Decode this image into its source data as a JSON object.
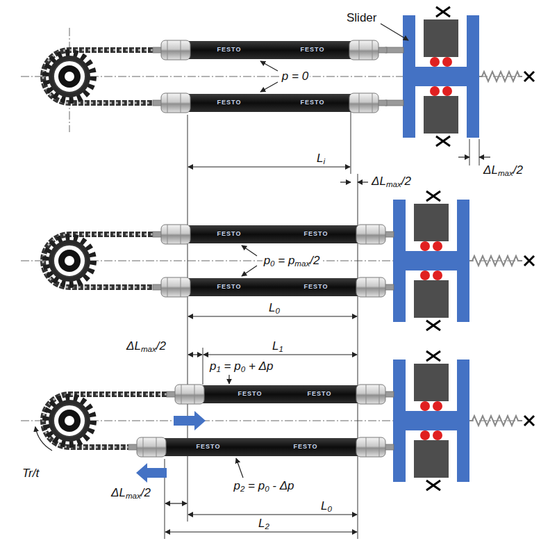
{
  "diagram": {
    "labels": [
      "Slider",
      "p = 0",
      "Li",
      "ΔLmax/2",
      "ΔLmax/2",
      "p0 = pmax/2",
      "L0",
      "ΔLmax/2",
      "L1",
      "p1 = p0 + Δp",
      "Tr/t",
      "ΔLmax/2",
      "p2 = p0 - Δp",
      "L0",
      "L2",
      "FESTO",
      "FESTO",
      "FESTO",
      "FESTO",
      "FESTO",
      "FESTO",
      "FESTO",
      "FESTO",
      "FESTO",
      "FESTO",
      "FESTO",
      "FESTO"
    ]
  }
}
